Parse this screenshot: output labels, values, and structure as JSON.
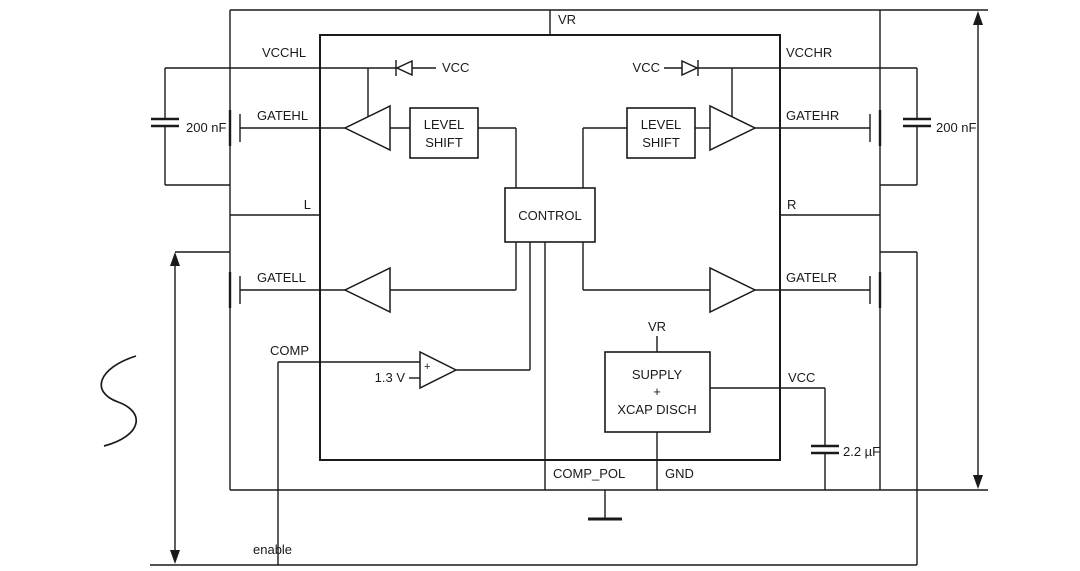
{
  "colors": {
    "ink": "#1a1a1a",
    "background": "#ffffff"
  },
  "labels": {
    "vr_top": "VR",
    "vcchl": "VCCHL",
    "vcchr": "VCCHR",
    "vcc_diode_left": "VCC",
    "vcc_diode_right": "VCC",
    "gatehl": "GATEHL",
    "gatehr": "GATEHR",
    "l_pin": "L",
    "r_pin": "R",
    "gatell": "GATELL",
    "gatelr": "GATELR",
    "comp": "COMP",
    "comp_pol": "COMP_POL",
    "gnd": "GND",
    "vcc_pin": "VCC",
    "vr_supply": "VR",
    "enable": "enable",
    "vref": "1.3 V",
    "comparator_plus": "+",
    "cap_left": "200 nF",
    "cap_right": "200 nF",
    "cap_vcc": "2.2 µF"
  },
  "blocks": {
    "control": "CONTROL",
    "level_shift_left": {
      "line1": "LEVEL",
      "line2": "SHIFT"
    },
    "level_shift_right": {
      "line1": "LEVEL",
      "line2": "SHIFT"
    },
    "supply": {
      "line1": "SUPPLY",
      "line2": "+",
      "line3": "XCAP DISCH"
    }
  }
}
